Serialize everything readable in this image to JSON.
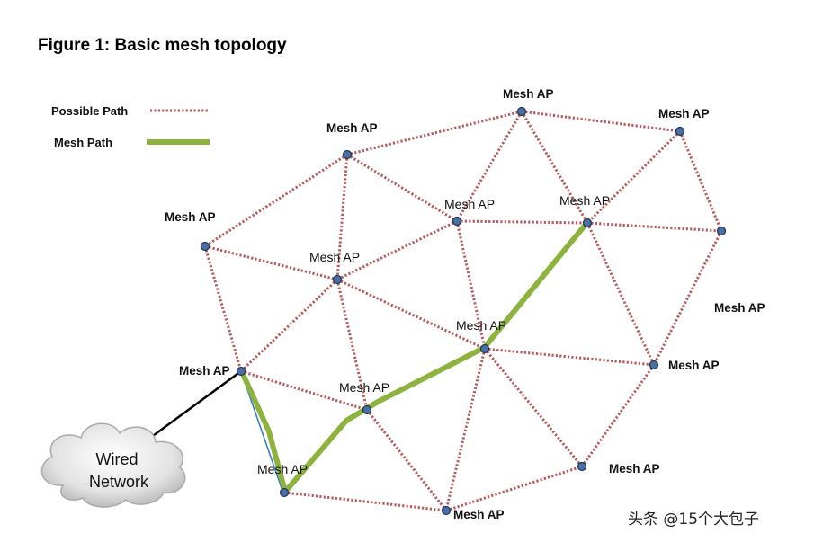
{
  "title": "Figure 1: Basic mesh topology",
  "legend": {
    "possible_path": "Possible Path",
    "mesh_path": "Mesh Path"
  },
  "nodes": [
    {
      "id": "top-center",
      "label": "Mesh AP"
    },
    {
      "id": "top-right",
      "label": "Mesh AP"
    },
    {
      "id": "upper-left-center",
      "label": "Mesh AP"
    },
    {
      "id": "left",
      "label": "Mesh AP"
    },
    {
      "id": "center",
      "label": "Mesh AP"
    },
    {
      "id": "center-right",
      "label": "Mesh AP"
    },
    {
      "id": "right-edge",
      "label": "Mesh AP"
    },
    {
      "id": "mid-left",
      "label": "Mesh AP"
    },
    {
      "id": "middle",
      "label": "Mesh AP"
    },
    {
      "id": "right-lower",
      "label": "Mesh AP"
    },
    {
      "id": "gateway",
      "label": "Mesh AP"
    },
    {
      "id": "lower-center",
      "label": "Mesh AP"
    },
    {
      "id": "bottom-left",
      "label": "Mesh AP"
    },
    {
      "id": "bottom-center",
      "label": "Mesh AP"
    },
    {
      "id": "bottom-right",
      "label": "Mesh AP"
    }
  ],
  "extra_label": "Mesh AP",
  "cloud": {
    "line1": "Wired",
    "line2": "Network"
  },
  "watermark": "头条 @15个大包子",
  "colors": {
    "possible_path": "#b85a5a",
    "mesh_path": "#8db33e",
    "node": "#4a6fa5",
    "blue_link": "#3a7fc0"
  }
}
